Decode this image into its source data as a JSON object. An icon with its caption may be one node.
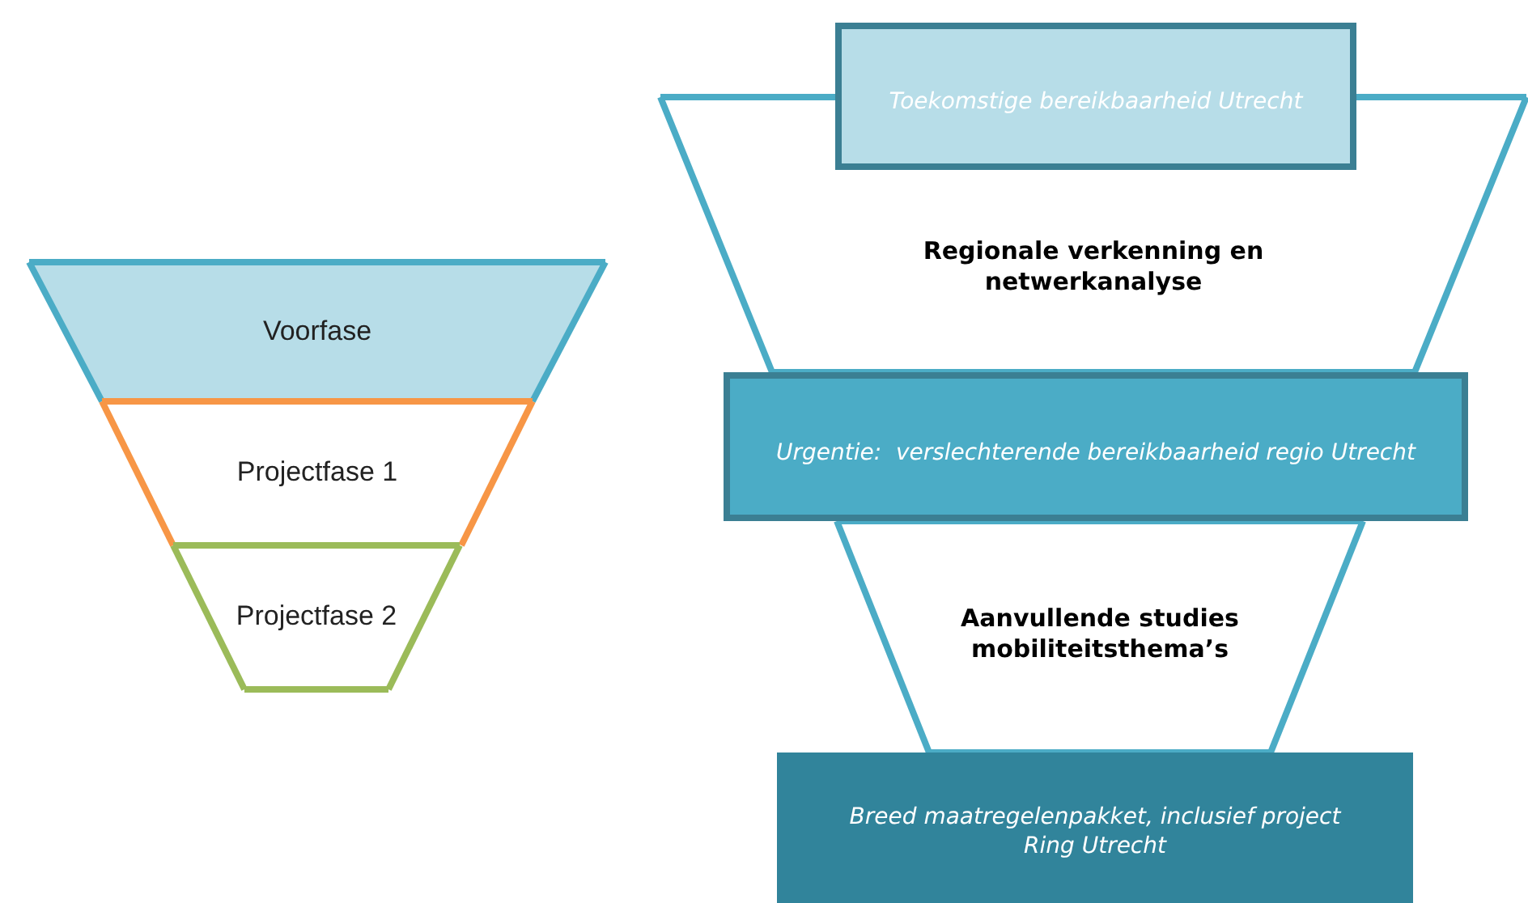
{
  "diagram": {
    "nodes": [
      {
        "text": [
          "Voorfase"
        ]
      },
      {
        "text": [
          "Projectfase 1"
        ]
      },
      {
        "text": [
          "Projectfase 2"
        ]
      },
      {
        "text": [
          "Toekomstige bereikbaarheid Utrecht"
        ]
      },
      {
        "text": [
          "Regionale verkenning en netwerkanalyse"
        ]
      },
      {
        "text": [
          "Urgentie:  verslechterende bereikbaarheid regio Utrecht"
        ]
      },
      {
        "text": [
          "Aanvullende studies mobiliteitsthema’s"
        ]
      },
      {
        "text": [
          "Breed maatregelenpakket, inclusief project Ring Utrecht"
        ]
      }
    ]
  }
}
